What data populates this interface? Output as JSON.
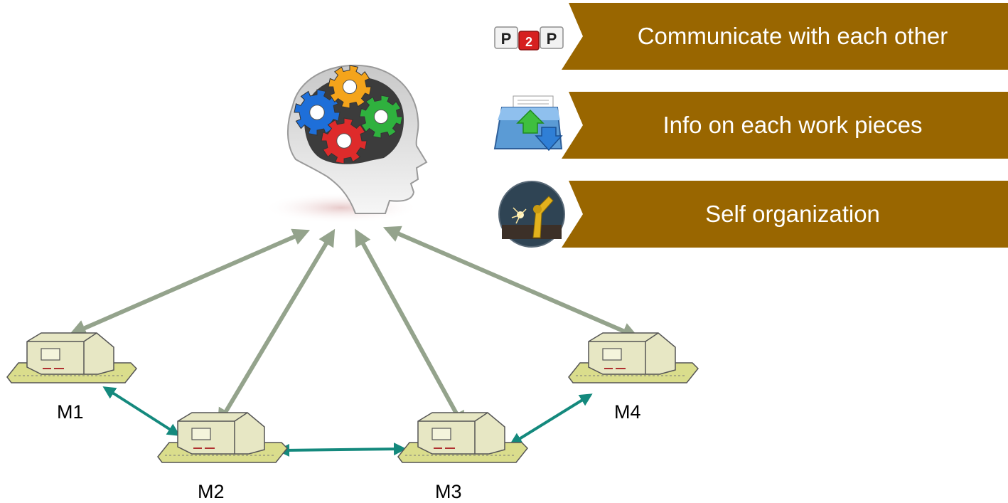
{
  "features": [
    {
      "label": "Communicate with each other",
      "icon": "p2p-icon"
    },
    {
      "label": "Info on each work pieces",
      "icon": "document-transfer-icon"
    },
    {
      "label": "Self organization",
      "icon": "robot-arm-icon"
    }
  ],
  "p2p_icon_letters": [
    "P",
    "2",
    "P"
  ],
  "machines": [
    {
      "label": "M1"
    },
    {
      "label": "M2"
    },
    {
      "label": "M3"
    },
    {
      "label": "M4"
    }
  ],
  "colors": {
    "banner": "#996600",
    "head_arrows": "#94a38c",
    "machine_arrows": "#14897d",
    "machine_body": "#e7e7c4",
    "conveyor": "#dadd8c",
    "gear_blue": "#1e6fd9",
    "gear_orange": "#f4a41b",
    "gear_green": "#2fb13e",
    "gear_red": "#de2b2b"
  }
}
